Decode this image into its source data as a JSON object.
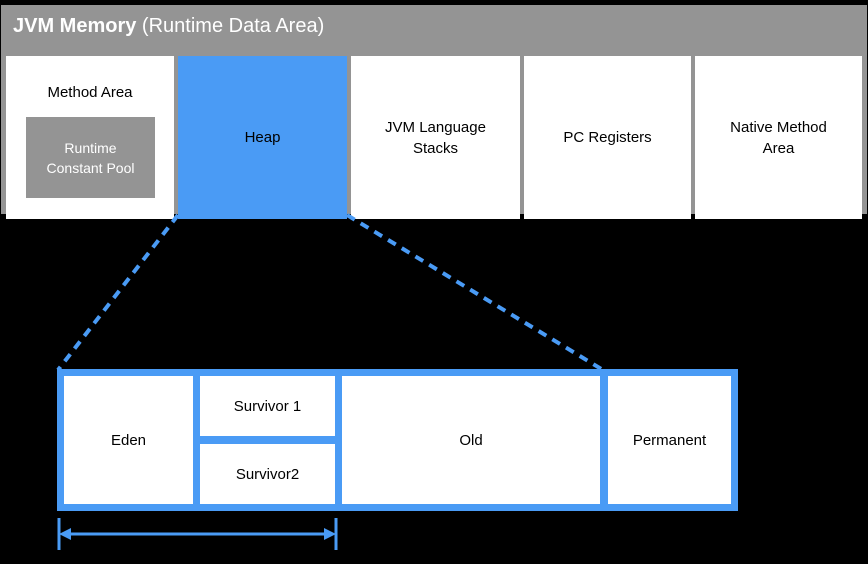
{
  "diagram": {
    "title_bold": "JVM Memory",
    "title_light": " (Runtime Data Area)",
    "colors": {
      "background": "#000000",
      "panel_gray": "#949494",
      "heap_blue": "#4a9bf5",
      "box_white": "#ffffff",
      "text_black": "#000000",
      "text_white": "#ffffff"
    }
  },
  "runtime_data_area": {
    "regions": [
      {
        "label": "Method Area",
        "fill": "white"
      },
      {
        "label": "Heap",
        "fill": "blue"
      },
      {
        "label": "JVM Language\nStacks",
        "line1": "JVM Language",
        "line2": "Stacks",
        "fill": "white"
      },
      {
        "label": "PC Registers",
        "fill": "white"
      },
      {
        "label": "Native Method\nArea",
        "line1": "Native Method",
        "line2": "Area",
        "fill": "white"
      }
    ],
    "method_area": {
      "label": "Method Area",
      "nested": {
        "line1": "Runtime",
        "line2": "Constant Pool"
      }
    },
    "heap_label": "Heap",
    "jvm_stacks": {
      "line1": "JVM Language",
      "line2": "Stacks"
    },
    "pc_registers": {
      "label": "PC Registers"
    },
    "native_method": {
      "line1": "Native Method",
      "line2": "Area"
    }
  },
  "heap_detail": {
    "cells": [
      {
        "name": "eden",
        "label": "Eden"
      },
      {
        "name": "survivor1",
        "label": "Survivor 1"
      },
      {
        "name": "survivor2",
        "label": "Survivor2"
      },
      {
        "name": "old",
        "label": "Old"
      },
      {
        "name": "permanent",
        "label": "Permanent"
      }
    ],
    "eden": "Eden",
    "survivor1": "Survivor 1",
    "survivor2": "Survivor2",
    "old": "Old",
    "permanent": "Permanent",
    "dimension_annotation": ""
  }
}
